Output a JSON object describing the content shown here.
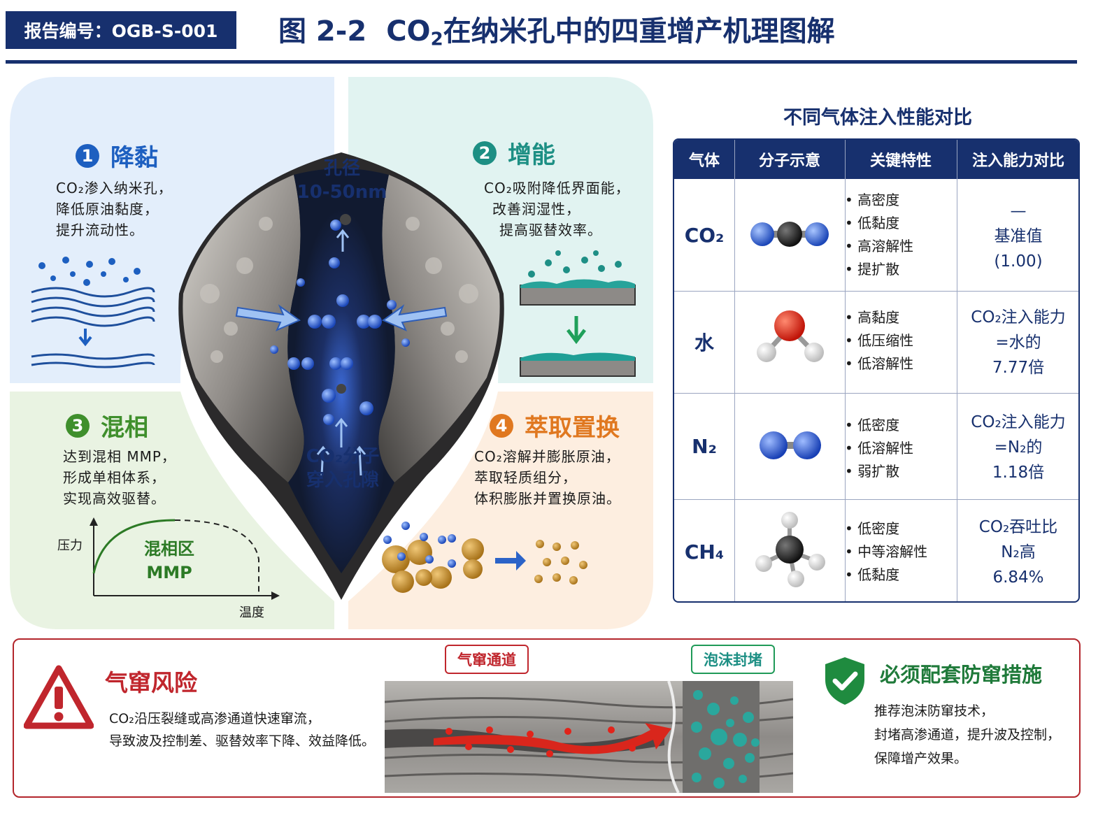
{
  "header": {
    "report_no": "报告编号：OGB-S-001",
    "figure_num": "图 2-2",
    "title_pre": "CO",
    "title_sub": "2",
    "title_post": "在纳米孔中的四重增产机理图解"
  },
  "quadrants": {
    "q1": {
      "num": "1",
      "title": "降黏",
      "lines": [
        "CO₂渗入纳米孔，",
        "降低原油黏度，",
        "提升流动性。"
      ]
    },
    "q2": {
      "num": "2",
      "title": "增能",
      "lines": [
        "CO₂吸附降低界面能，",
        "改善润湿性，",
        "提高驱替效率。"
      ]
    },
    "q3": {
      "num": "3",
      "title": "混相",
      "lines": [
        "达到混相 MMP，",
        "形成单相体系，",
        "实现高效驱替。"
      ],
      "chart": {
        "y_label": "压力",
        "x_label": "温度",
        "region_line1": "混相区",
        "region_line2": "MMP"
      }
    },
    "q4": {
      "num": "4",
      "title": "萃取置换",
      "lines": [
        "CO₂溶解并膨胀原油，",
        "萃取轻质组分，",
        "体积膨胀并置换原油。"
      ]
    }
  },
  "center": {
    "pore_line1": "孔径",
    "pore_line2": "10-50nm",
    "co2_line1": "CO₂分子",
    "co2_line2": "穿入孔隙"
  },
  "table": {
    "title": "不同气体注入性能对比",
    "headers": [
      "气体",
      "分子示意",
      "关键特性",
      "注入能力对比"
    ],
    "rows": [
      {
        "gas": "CO₂",
        "molecule": "co2-molecule-icon",
        "props": [
          "高密度",
          "低黏度",
          "高溶解性",
          "提扩散"
        ],
        "compare": [
          "—",
          "基准值",
          "(1.00)"
        ]
      },
      {
        "gas": "水",
        "molecule": "water-molecule-icon",
        "props": [
          "高黏度",
          "低压缩性",
          "低溶解性"
        ],
        "compare": [
          "CO₂注入能力",
          "=水的",
          "7.77倍"
        ]
      },
      {
        "gas": "N₂",
        "molecule": "n2-molecule-icon",
        "props": [
          "低密度",
          "低溶解性",
          "弱扩散"
        ],
        "compare": [
          "CO₂注入能力",
          "=N₂的",
          "1.18倍"
        ]
      },
      {
        "gas": "CH₄",
        "molecule": "ch4-molecule-icon",
        "props": [
          "低密度",
          "中等溶解性",
          "低黏度"
        ],
        "compare": [
          "CO₂吞吐比",
          "N₂高",
          "6.84%"
        ]
      }
    ]
  },
  "risk": {
    "title": "气窜风险",
    "lines": [
      "CO₂沿压裂缝或高渗通道快速窜流，",
      "导致波及控制差、驱替效率下降、效益降低。"
    ],
    "tag_channel": "气窜通道",
    "tag_foam": "泡沫封堵",
    "must_title": "必须配套防窜措施",
    "must_lines": [
      "推荐泡沫防窜技术，",
      "封堵高渗通道，提升波及控制，",
      "保障增产效果。"
    ]
  },
  "colors": {
    "navy": "#17306e",
    "q1_bg": "#e3eefb",
    "q2_bg": "#e1f3f1",
    "q3_bg": "#e9f3e2",
    "q4_bg": "#fdeee0",
    "q1_accent": "#1d5fc0",
    "q2_accent": "#1d8f84",
    "q3_accent": "#3f8f2c",
    "q4_accent": "#e07820",
    "risk_red": "#c0262d",
    "safe_green": "#1f7a3a"
  }
}
